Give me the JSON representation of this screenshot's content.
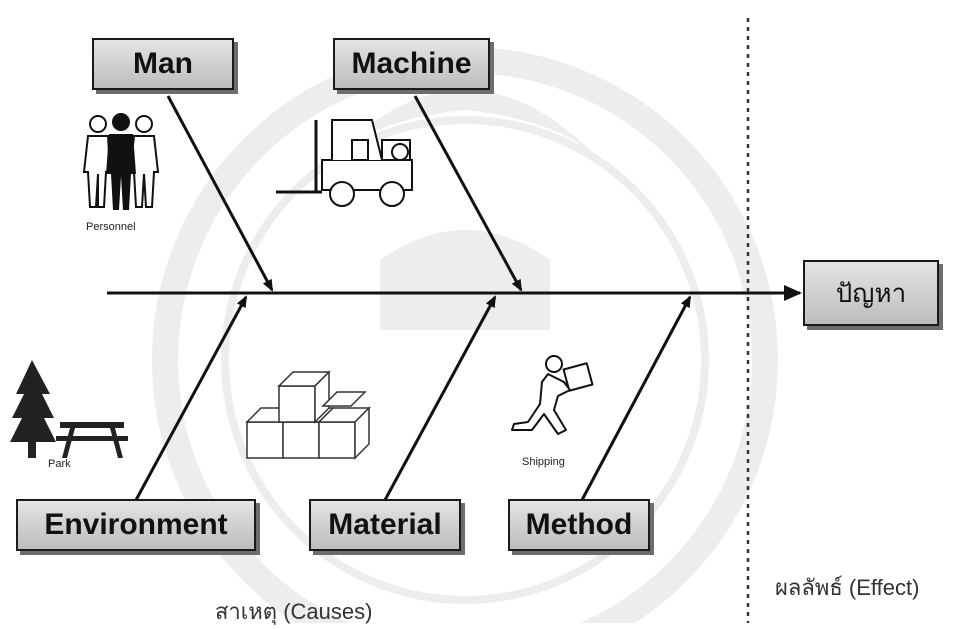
{
  "categories": {
    "man": "Man",
    "machine": "Machine",
    "environment": "Environment",
    "material": "Material",
    "method": "Method"
  },
  "effect": "ปัญหา",
  "icon_labels": {
    "personnel": "Personnel",
    "park": "Park",
    "shipping": "Shipping"
  },
  "footer": {
    "causes": "สาเหตุ (Causes)",
    "effect": "ผลลัพธ์ (Effect)"
  },
  "icons": [
    "personnel-icon",
    "forklift-icon",
    "tree-bench-icon",
    "boxes-icon",
    "shipping-worker-icon"
  ],
  "colors": {
    "line": "#111111",
    "box_fill": "#cfcfcf",
    "shadow": "#6d6d6d"
  }
}
